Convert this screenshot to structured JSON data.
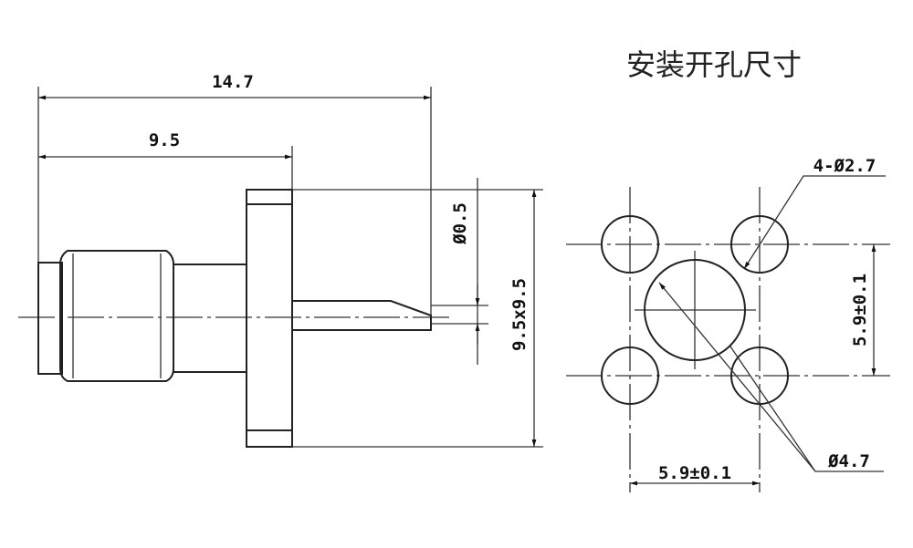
{
  "title": "安装开孔尺寸",
  "side_view": {
    "overall_length": "14.7",
    "body_length": "9.5",
    "pin_diameter": "Ø0.5",
    "flange_size": "9.5x9.5"
  },
  "panel_cutout": {
    "mount_holes": "4-Ø2.7",
    "vertical_spacing": "5.9±0.1",
    "horizontal_spacing": "5.9±0.1",
    "center_hole": "Ø4.7"
  }
}
